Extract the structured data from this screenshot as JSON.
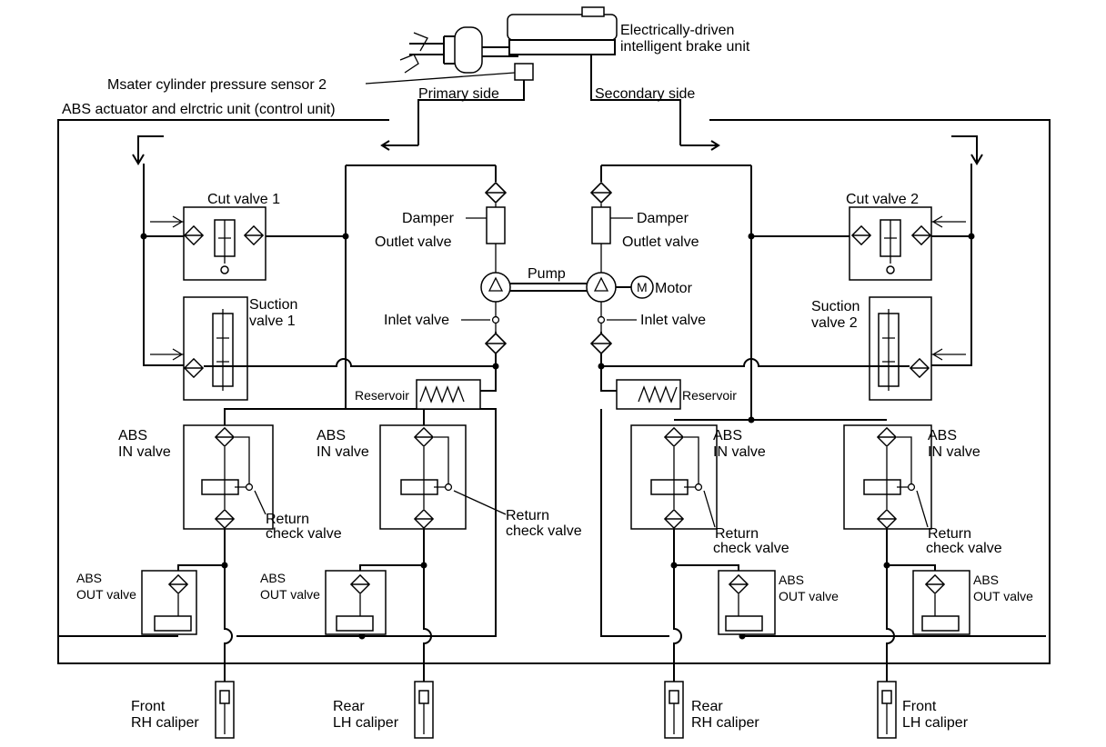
{
  "labels": {
    "brake_unit_1": "Electrically-driven",
    "brake_unit_2": "intelligent brake unit",
    "pressure_sensor": "Msater cylinder pressure sensor 2",
    "primary_side": "Primary side",
    "secondary_side": "Secondary side",
    "abs_unit": "ABS actuator and elrctric unit (control unit)",
    "cut_valve_1": "Cut valve 1",
    "cut_valve_2": "Cut valve 2",
    "suction_1a": "Suction",
    "suction_1b": "valve 1",
    "suction_2a": "Suction",
    "suction_2b": "valve 2",
    "damper": "Damper",
    "outlet_valve": "Outlet valve",
    "inlet_valve": "Inlet valve",
    "pump": "Pump",
    "motor": "Motor",
    "motor_symbol": "M",
    "reservoir": "Reservoir",
    "abs": "ABS",
    "in_valve": "IN valve",
    "out_valve": "OUT valve",
    "return": "Return",
    "check_valve": "check valve",
    "front": "Front",
    "rear": "Rear",
    "rh_caliper": "RH caliper",
    "lh_caliper": "LH caliper"
  }
}
